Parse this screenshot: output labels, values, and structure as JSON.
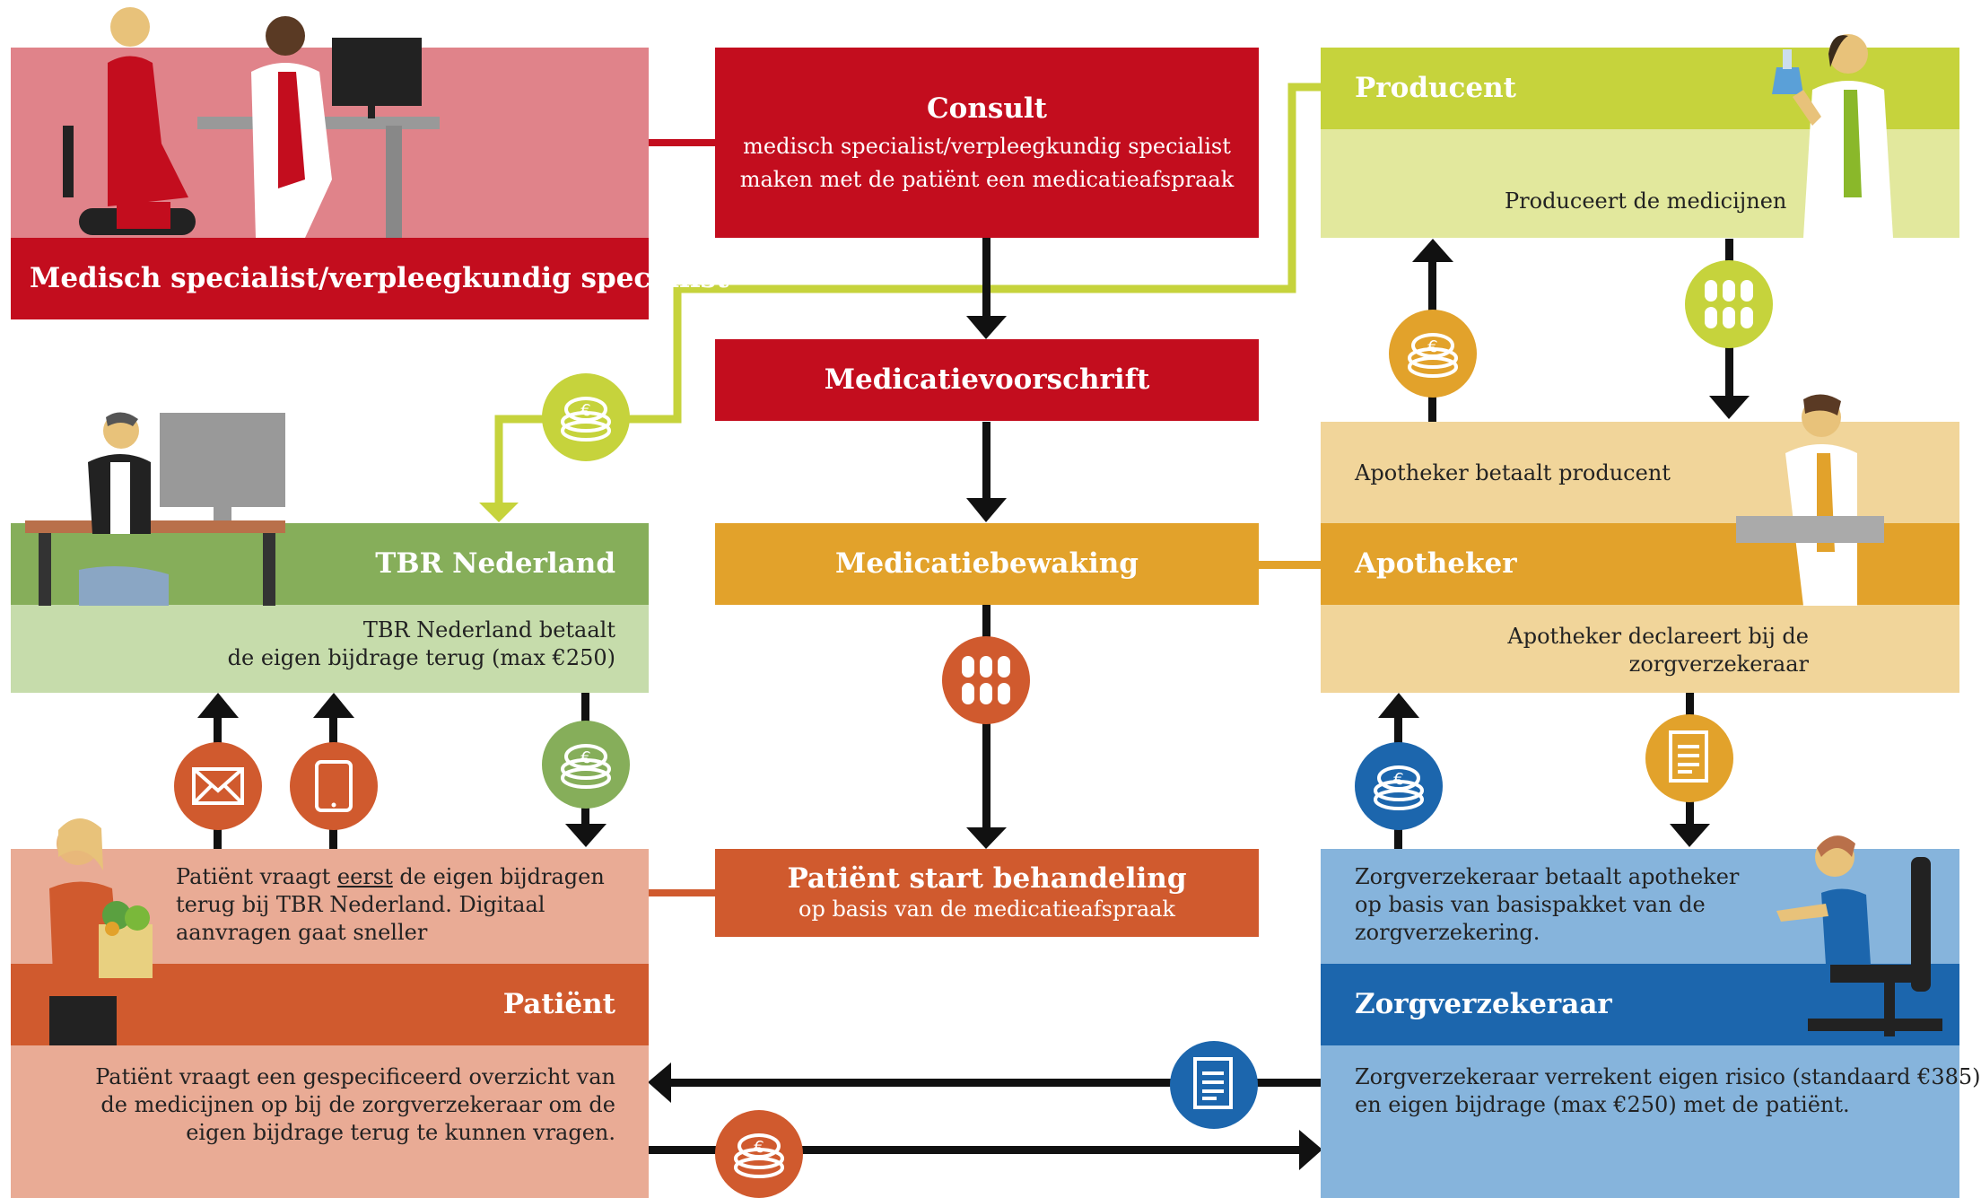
{
  "specialist": {
    "label": "Medisch specialist/verpleegkundig specialist"
  },
  "consult": {
    "title": "Consult",
    "line1": "medisch specialist/verpleegkundig specialist",
    "line2": "maken met de patiënt een medicatieafspraak"
  },
  "medicatievoorschrift": {
    "title": "Medicatievoorschrift"
  },
  "medicatiebewaking": {
    "title": "Medicatiebewaking"
  },
  "behandeling": {
    "title": "Patiënt start behandeling",
    "sub": "op basis van de medicatieafspraak"
  },
  "producent": {
    "title": "Producent",
    "text": "Produceert de medicijnen"
  },
  "apotheker": {
    "top_text": "Apotheker betaalt producent",
    "title": "Apotheker",
    "bottom_line1": "Apotheker declareert bij de",
    "bottom_line2": "zorgverzekeraar"
  },
  "tbr": {
    "title": "TBR Nederland",
    "line1": "TBR Nederland betaalt",
    "line2": "de eigen bijdrage terug (max €250)"
  },
  "patient": {
    "top_line1_pre": "Patiënt vraagt ",
    "top_line1_u": "eerst",
    "top_line1_post": " de eigen bijdragen",
    "top_line2": "terug bij TBR Nederland. Digitaal",
    "top_line3": "aanvragen gaat sneller",
    "title": "Patiënt",
    "bottom_line1": "Patiënt vraagt een gespecificeerd overzicht van",
    "bottom_line2": "de medicijnen op bij de zorgverzekeraar om de",
    "bottom_line3": "eigen bijdrage terug te kunnen vragen."
  },
  "zorgverzekeraar": {
    "top_line1": "Zorgverzekeraar betaalt apotheker",
    "top_line2": "op basis van basispakket van de",
    "top_line3": "zorgverzekering.",
    "title": "Zorgverzekeraar",
    "bottom_line1": "Zorgverzekeraar verrekent eigen risico (standaard €385)",
    "bottom_line2": "en eigen bijdrage (max €250) met de patiënt."
  },
  "icons": {
    "coins": "coins-icon",
    "pills": "pills-icon",
    "envelope": "envelope-icon",
    "tablet": "tablet-icon",
    "document": "document-icon"
  },
  "colors": {
    "red": "#c30d1e",
    "specialist_pink": "#e0838a",
    "green_dark": "#86ae5a",
    "green_light": "#c6dcab",
    "lime": "#c6d33c",
    "lime_light": "#e2e89d",
    "amber": "#e2a22b",
    "amber_light": "#f1d59a",
    "orange": "#d05a2e",
    "salmon": "#e9ab95",
    "blue_dark": "#1c66ad",
    "blue_light": "#86b4dc"
  }
}
